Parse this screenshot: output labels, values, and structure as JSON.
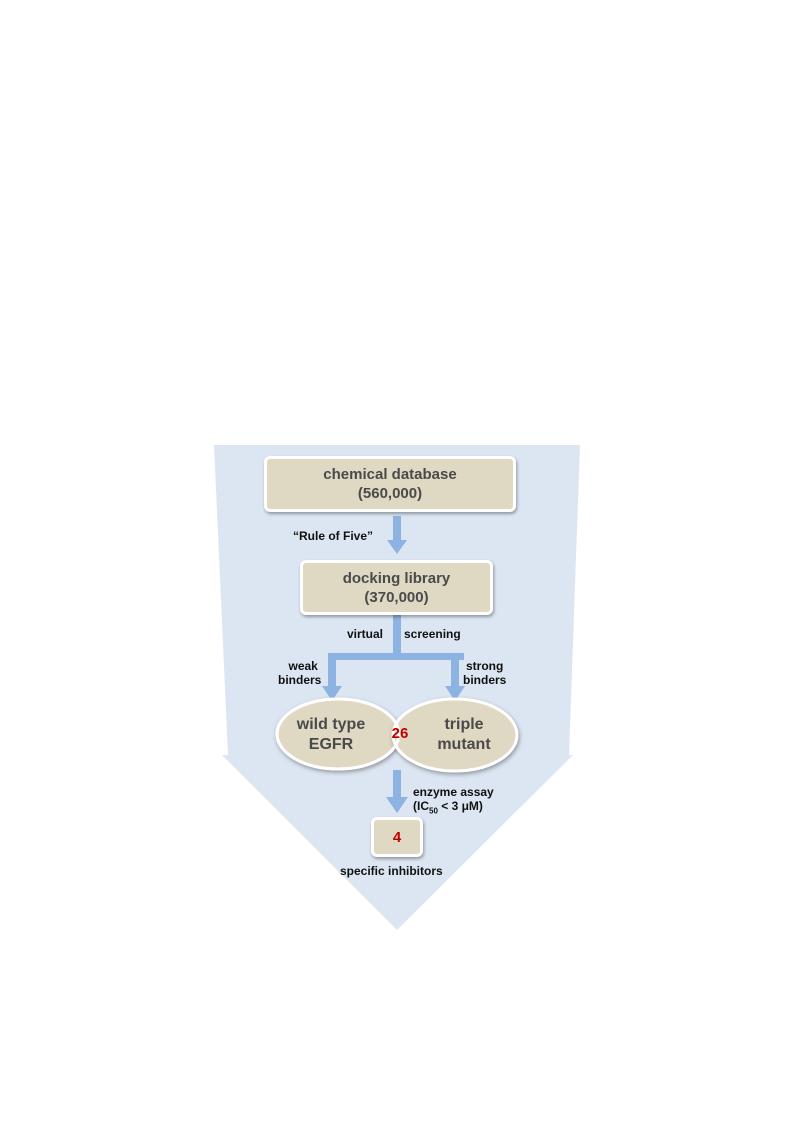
{
  "steps": {
    "database": {
      "title": "chemical database",
      "count": "(560,000)"
    },
    "filter_label": "“Rule of Five”",
    "library": {
      "title": "docking library",
      "count": "(370,000)"
    },
    "screening_left": "virtual",
    "screening_right": "screening",
    "weak_binders": [
      "weak",
      "binders"
    ],
    "strong_binders": [
      "strong",
      "binders"
    ],
    "wild_type": [
      "wild type",
      "EGFR"
    ],
    "triple_mutant": [
      "triple",
      "mutant"
    ],
    "overlap_count": "26",
    "assay_label": "enzyme assay",
    "ic50": {
      "prefix": "(IC",
      "subscript": "50",
      "suffix": " < 3 μM)"
    },
    "final_count": "4",
    "final_label": "specific inhibitors"
  },
  "colors": {
    "funnel": "#dce6f2",
    "box": "#dfd9c3",
    "arrow": "#8db3e2",
    "highlight": "#c00000"
  }
}
